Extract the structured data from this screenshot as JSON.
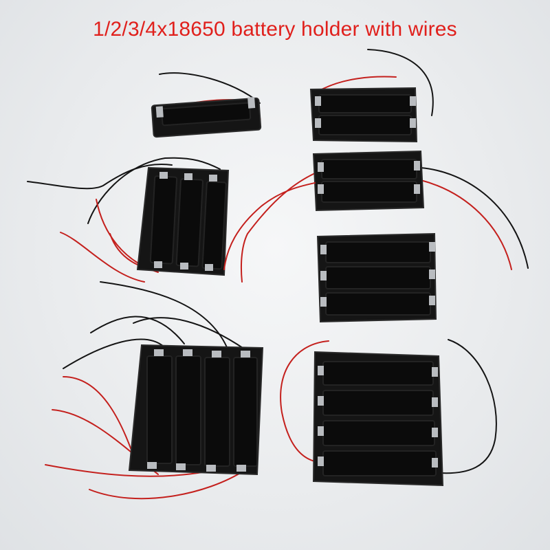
{
  "caption": {
    "text": "1/2/3/4x18650 battery holder with wires",
    "color": "#e0201c"
  },
  "colors": {
    "plastic": "#151515",
    "plastic_edge": "#2a2a2a",
    "slot": "#0b0b0b",
    "rib": "#232323",
    "contact": "#b9bcc0",
    "wire_red": "#c4201d",
    "wire_black": "#141414"
  },
  "holders": [
    {
      "id": "holder-1-slot",
      "slots": 1
    },
    {
      "id": "holder-2-slot-upper",
      "slots": 2
    },
    {
      "id": "holder-2-slot-lower",
      "slots": 2
    },
    {
      "id": "holder-3-slot-vertical",
      "slots": 3
    },
    {
      "id": "holder-3-slot-horizontal",
      "slots": 3
    },
    {
      "id": "holder-4-slot-vertical",
      "slots": 4
    },
    {
      "id": "holder-4-slot-horizontal",
      "slots": 4
    }
  ]
}
